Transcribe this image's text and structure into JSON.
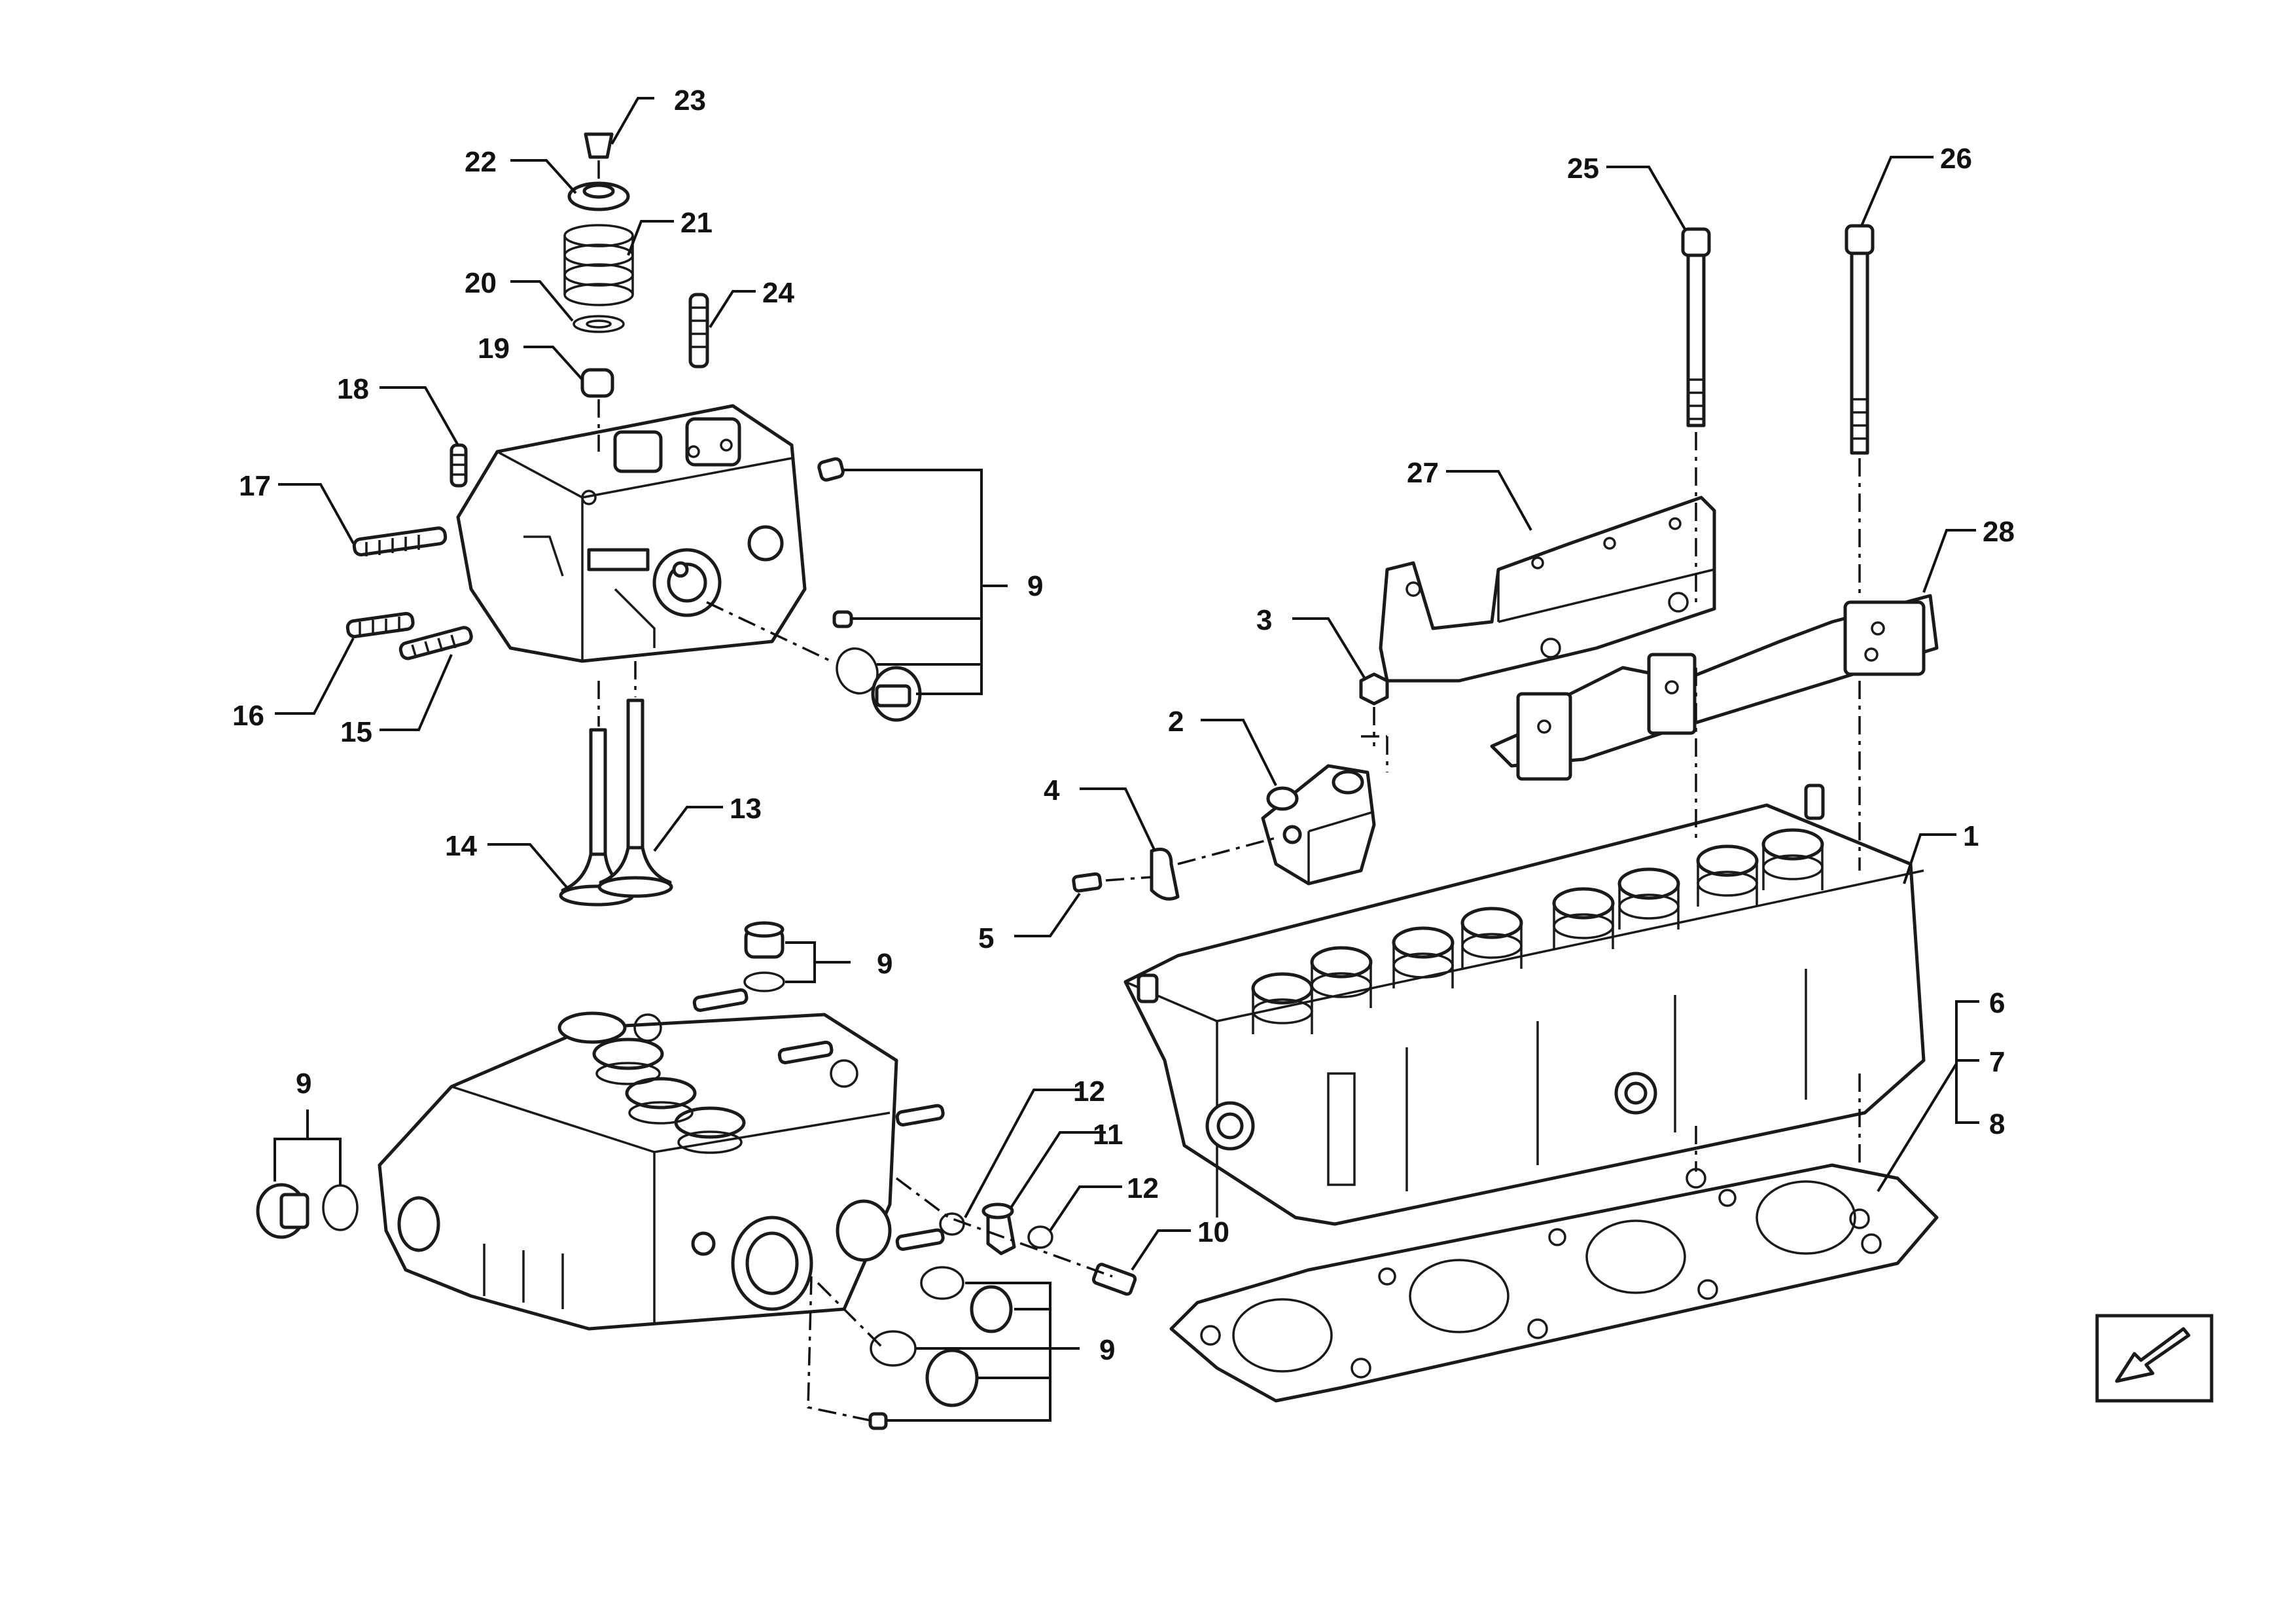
{
  "callouts": {
    "c1": "1",
    "c2": "2",
    "c3": "3",
    "c4": "4",
    "c5": "5",
    "c6": "6",
    "c7": "7",
    "c8": "8",
    "c9a": "9",
    "c9b": "9",
    "c9c": "9",
    "c9d": "9",
    "c10": "10",
    "c11": "11",
    "c12a": "12",
    "c12b": "12",
    "c13": "13",
    "c14": "14",
    "c15": "15",
    "c16": "16",
    "c17": "17",
    "c18": "18",
    "c19": "19",
    "c20": "20",
    "c21": "21",
    "c22": "22",
    "c23": "23",
    "c24": "24",
    "c25": "25",
    "c26": "26",
    "c27": "27",
    "c28": "28"
  },
  "icons": {
    "orientation": "front-direction-arrow-icon"
  },
  "colors": {
    "line": "#1a1a1a",
    "background": "#ffffff"
  }
}
